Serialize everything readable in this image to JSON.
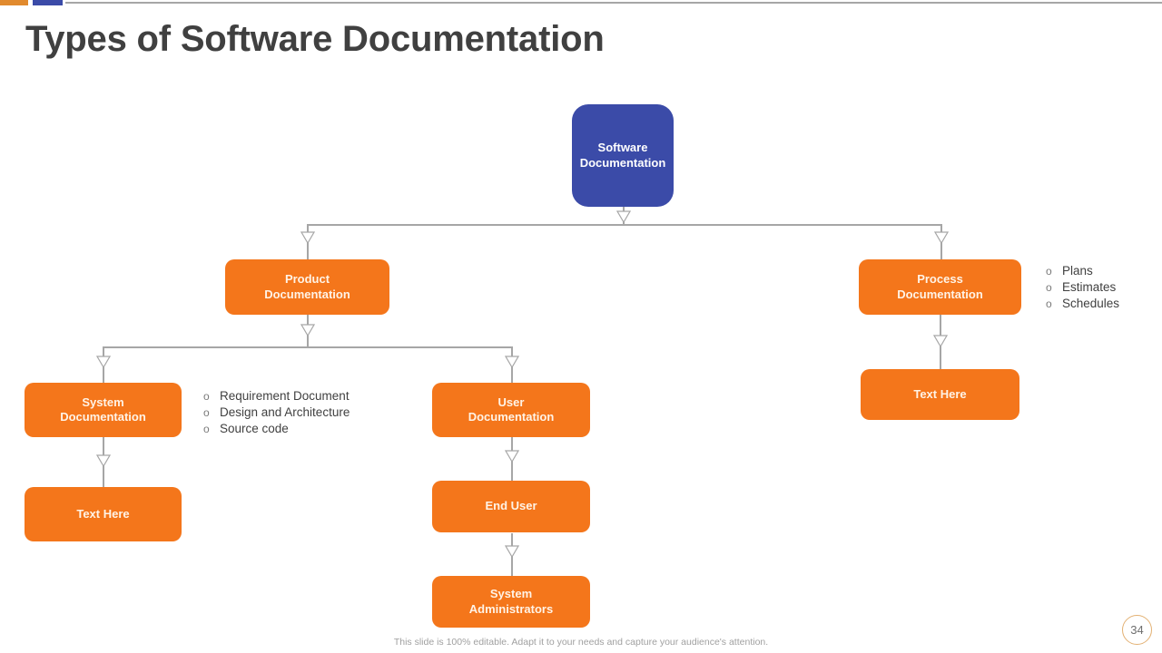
{
  "slide": {
    "title": "Types of Software Documentation",
    "page_number": "34",
    "footer_note": "This slide is 100% editable. Adapt it to your needs and capture your audience's attention.",
    "accent_orange": "#E18A2E",
    "accent_blue": "#3B4BA8",
    "node_orange": "#F4761B",
    "connector_gray": "#A6A6A6"
  },
  "nodes": {
    "root": "Software\nDocumentation",
    "root_line1": "Software",
    "root_line2": "Documentation",
    "product_line1": "Product",
    "product_line2": "Documentation",
    "process_line1": "Process",
    "process_line2": "Documentation",
    "system_doc_line1": "System",
    "system_doc_line2": "Documentation",
    "user_doc_line1": "User",
    "user_doc_line2": "Documentation",
    "system_text_here": "Text Here",
    "process_text_here": "Text Here",
    "end_user": "End User",
    "system_admin_line1": "System",
    "system_admin_line2": "Administrators"
  },
  "bullets": {
    "process": [
      {
        "mark": "o",
        "text": "Plans"
      },
      {
        "mark": "o",
        "text": "Estimates"
      },
      {
        "mark": "o",
        "text": "Schedules"
      }
    ],
    "system": [
      {
        "mark": "o",
        "text": "Requirement  Document"
      },
      {
        "mark": "o",
        "text": "Design and Architecture"
      },
      {
        "mark": "o",
        "text": "Source code"
      }
    ]
  }
}
